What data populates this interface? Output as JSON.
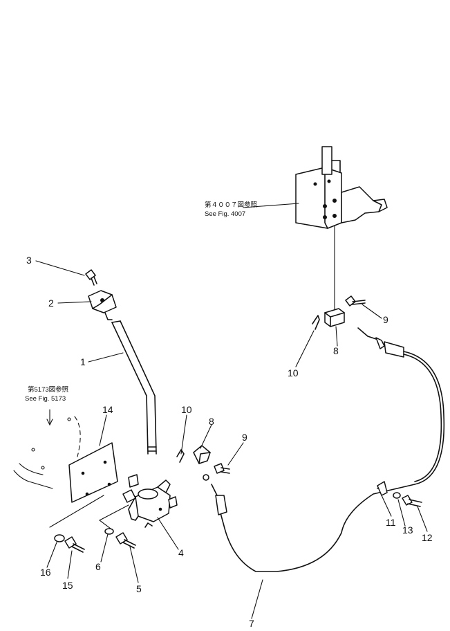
{
  "callouts": [
    "1",
    "2",
    "3",
    "4",
    "5",
    "6",
    "7",
    "8",
    "8",
    "9",
    "9",
    "10",
    "10",
    "11",
    "12",
    "13",
    "14",
    "15",
    "16"
  ],
  "references": {
    "fig4007_jp": "第４００７図参照",
    "fig4007_en": "See Fig. 4007",
    "fig5173_jp": "第5173図参照",
    "fig5173_en": "See Fig. 5173"
  }
}
